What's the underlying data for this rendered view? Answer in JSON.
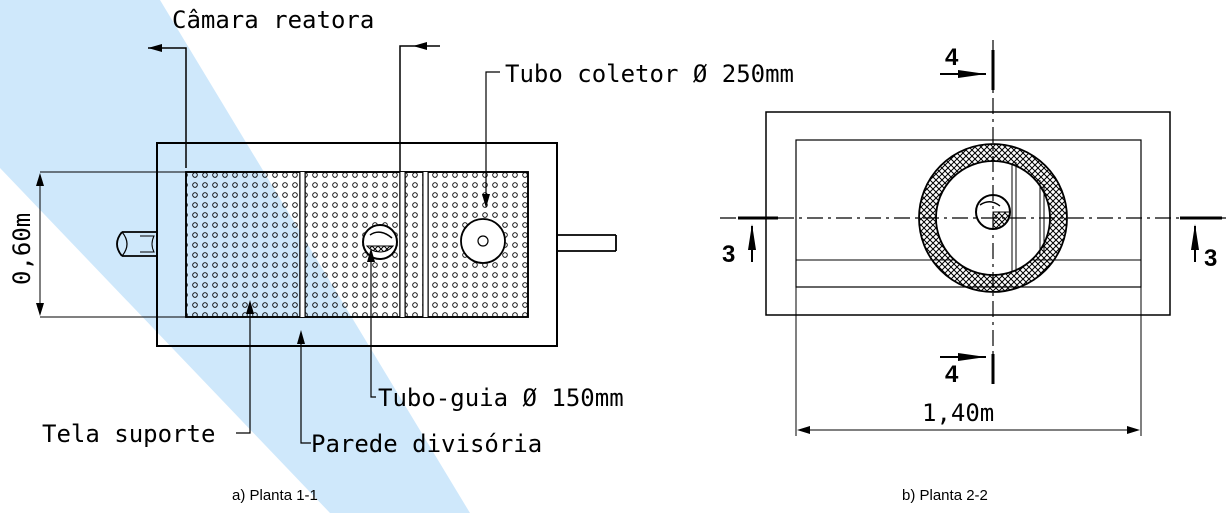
{
  "figure": {
    "plan_a": {
      "caption": "a) Planta 1-1",
      "labels": {
        "camara_reatora": "Câmara reatora",
        "tubo_coletor": "Tubo coletor Ø 250mm",
        "tubo_guia": "Tubo-guia Ø 150mm",
        "tela_suporte": "Tela suporte",
        "parede_divisoria": "Parede divisória",
        "height_dim": "0,60m"
      }
    },
    "plan_b": {
      "caption": "b) Planta 2-2",
      "labels": {
        "section_top": "4",
        "section_bottom": "4",
        "section_left": "3",
        "section_right": "3",
        "width_dim": "1,40m"
      }
    },
    "colors": {
      "highlight_band": "#cfe8fb",
      "line": "#000000",
      "background": "#ffffff"
    }
  }
}
